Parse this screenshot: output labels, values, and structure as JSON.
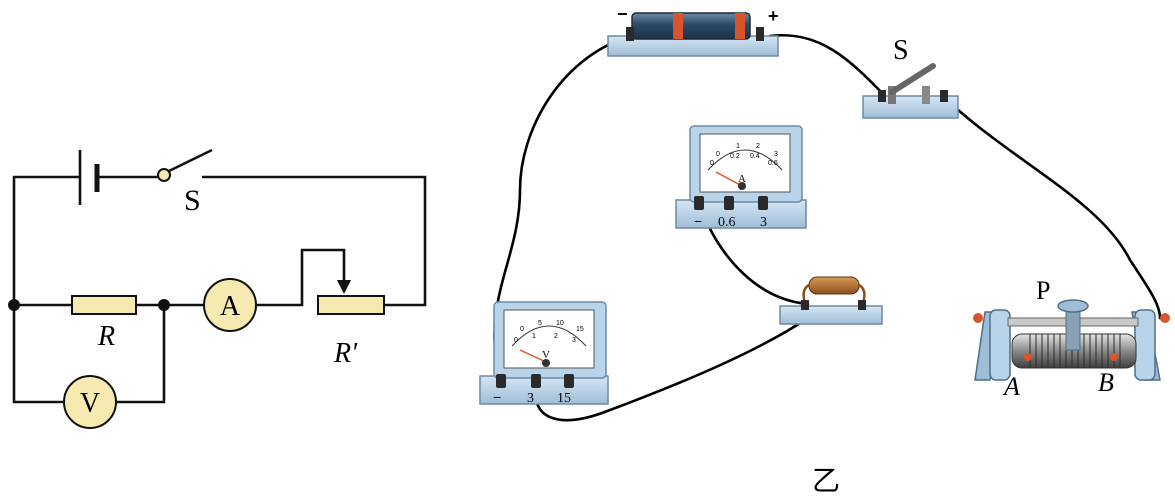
{
  "schematic": {
    "switch_label": "S",
    "resistor_label": "R",
    "rheostat_label": "R′",
    "ammeter_symbol": "A",
    "voltmeter_symbol": "V"
  },
  "apparatus": {
    "battery_neg": "−",
    "battery_pos": "+",
    "switch_label": "S",
    "ammeter": {
      "unit": "A",
      "scale": [
        "0",
        "0.2",
        "0.4",
        "0.6"
      ],
      "scale_minor": [
        "0",
        "1",
        "2",
        "3"
      ],
      "terminals": [
        "−",
        "0.6",
        "3"
      ]
    },
    "voltmeter": {
      "unit": "V",
      "scale": [
        "0",
        "1",
        "2",
        "3"
      ],
      "scale_major": [
        "0",
        "5",
        "10",
        "15"
      ],
      "terminals": [
        "−",
        "3",
        "15"
      ]
    },
    "rheostat": {
      "slider_label": "P",
      "end_a": "A",
      "end_b": "B"
    },
    "figure_label": "乙"
  },
  "colors": {
    "wire": "#111111",
    "meter_yellow": "#fcf3b0",
    "device_blue": "#b8d4ea",
    "battery_red": "#d9542a"
  }
}
